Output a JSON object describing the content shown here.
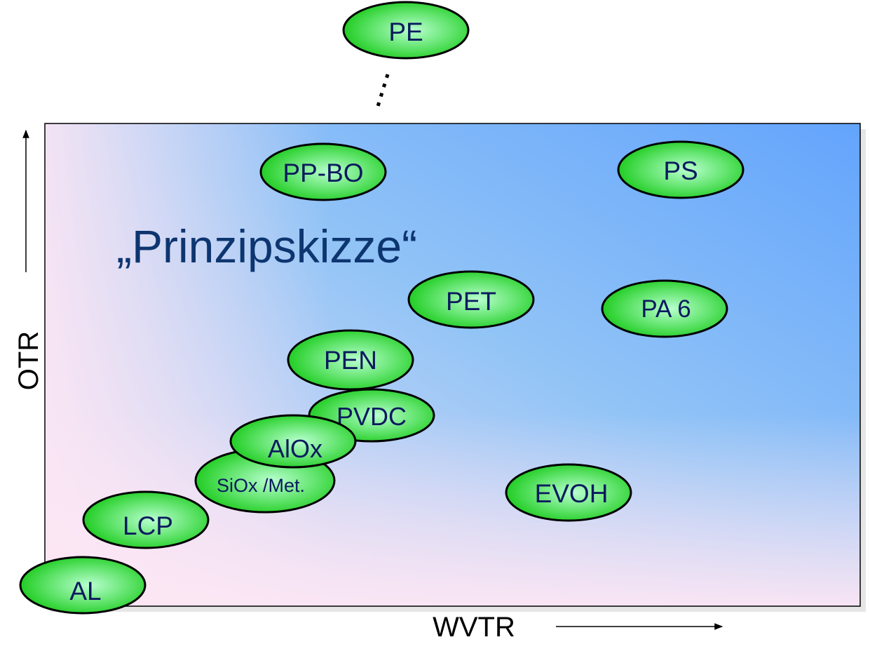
{
  "title": "„Prinzipskizze“",
  "xlabel": "WVTR",
  "ylabel": "OTR",
  "colors": {
    "bubble_light": "#b8ffcf",
    "bubble_dark": "#14c814",
    "bubble_stroke": "#000000",
    "bubble_text": "#0b1a5e",
    "title_text": "#0d3570",
    "bg_pink": "#fce6f4",
    "bg_blue": "#63a4fc"
  },
  "materials": [
    {
      "id": "pe",
      "label": "PE"
    },
    {
      "id": "pp-bo",
      "label": "PP-BO"
    },
    {
      "id": "ps",
      "label": "PS"
    },
    {
      "id": "pet",
      "label": "PET"
    },
    {
      "id": "pa6",
      "label": "PA 6"
    },
    {
      "id": "pen",
      "label": "PEN"
    },
    {
      "id": "pvdc",
      "label": "PVDC"
    },
    {
      "id": "alox",
      "label": "AlOx"
    },
    {
      "id": "siox",
      "label": "SiOx /Met."
    },
    {
      "id": "evoh",
      "label": "EVOH"
    },
    {
      "id": "lcp",
      "label": "LCP"
    },
    {
      "id": "al",
      "label": "AL"
    }
  ]
}
